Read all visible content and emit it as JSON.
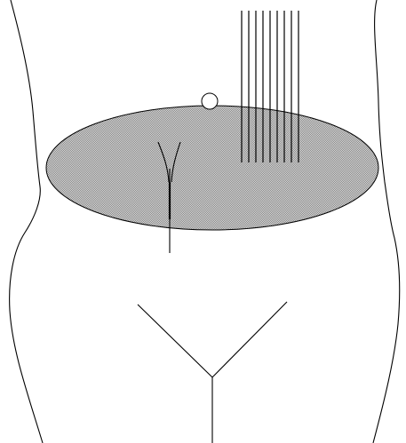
{
  "diagram": {
    "colors": {
      "background": "#ffffff",
      "line": "#000000",
      "shaded_region": "#b7b7b7"
    },
    "elements": [
      "torso-outline",
      "shaded-region",
      "circle-marker",
      "vertical-line-bundle",
      "y-shaped-marker",
      "lower-y-shaped-line"
    ]
  }
}
